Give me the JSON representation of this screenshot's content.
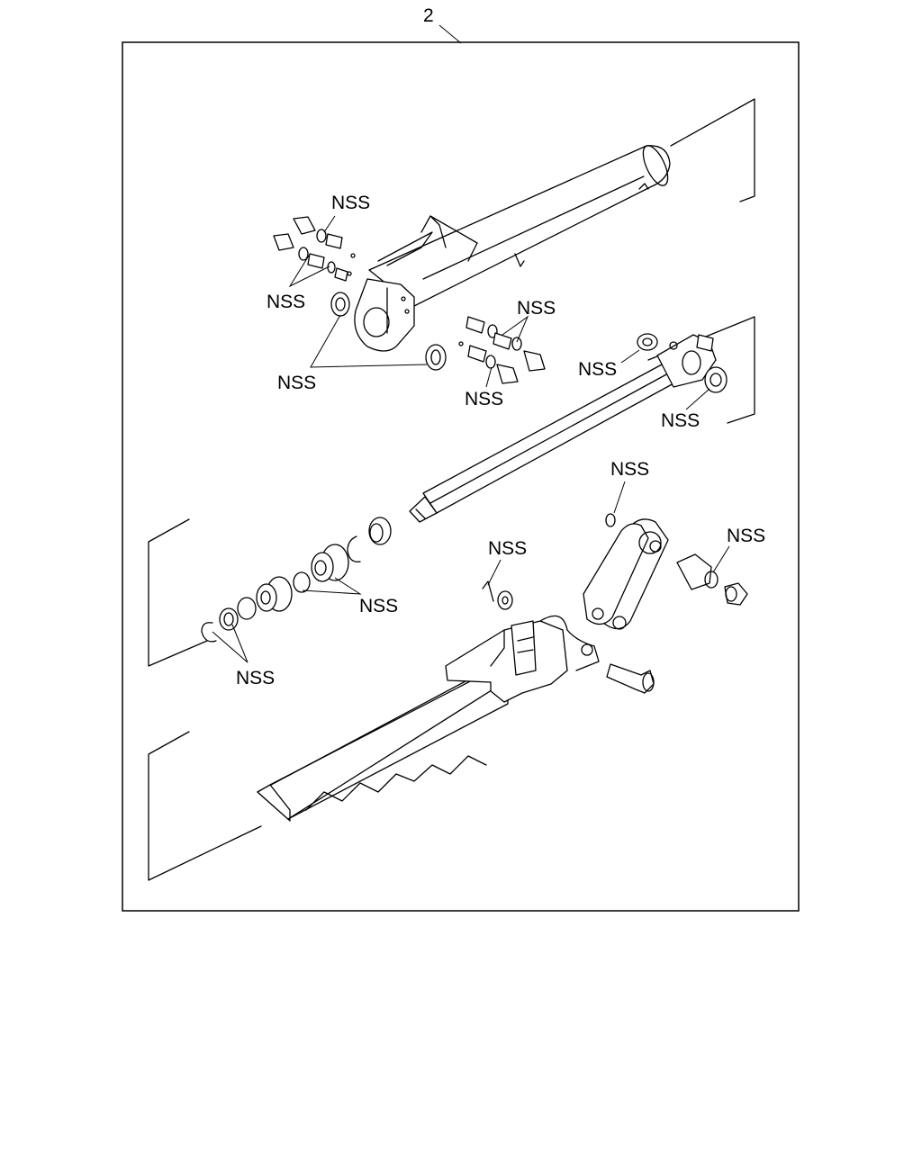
{
  "callout_number": "2",
  "nss_labels": [
    "NSS",
    "NSS",
    "NSS",
    "NSS",
    "NSS",
    "NSS",
    "NSS",
    "NSS",
    "NSS",
    "NSS",
    "NSS",
    "NSS"
  ]
}
